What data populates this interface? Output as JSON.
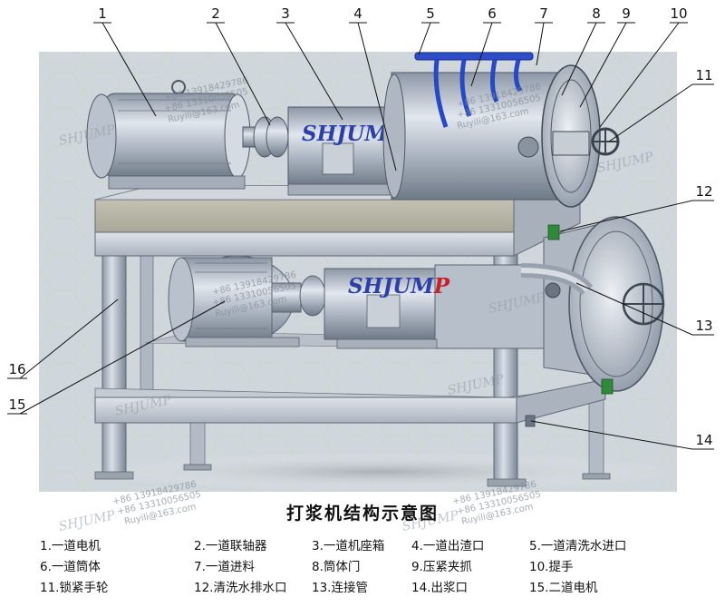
{
  "brand_label": "SHJUMP",
  "caption": "打浆机结构示意图",
  "watermark": {
    "phone1": "+86 13918429786",
    "phone2": "+86 13310056505",
    "email": "Ruyili@163.com",
    "brand": "SHJUMP"
  },
  "callouts": [
    "1",
    "2",
    "3",
    "4",
    "5",
    "6",
    "7",
    "8",
    "9",
    "10",
    "11",
    "12",
    "13",
    "14",
    "15",
    "16"
  ],
  "legend": [
    [
      "1.一道电机",
      "2.一道联轴器",
      "3.一道机座箱",
      "4.一道出渣口",
      "5.一道清洗水进口"
    ],
    [
      "6.一道筒体",
      "7.一道进料",
      "8.筒体门",
      "9.压紧夹抓",
      "10.提手"
    ],
    [
      "11.锁紧手轮",
      "12.清洗水排水口",
      "13.连接管",
      "14.出浆口",
      "15.二道电机"
    ]
  ]
}
